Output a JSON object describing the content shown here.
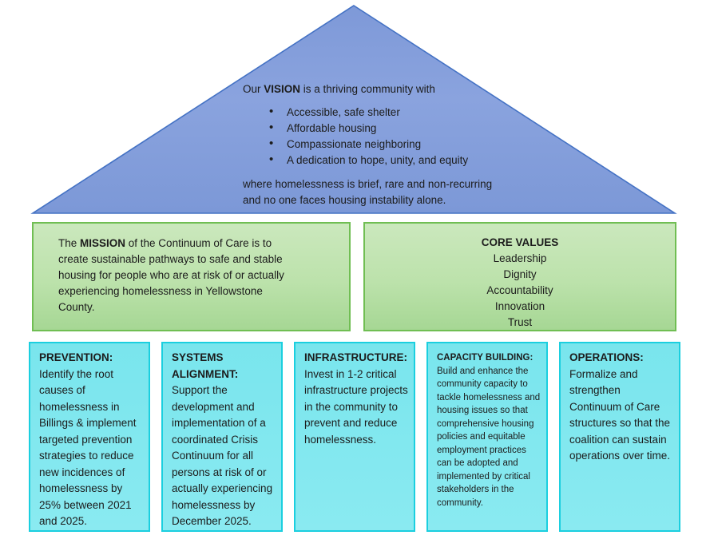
{
  "vision": {
    "intro_prefix": "Our ",
    "intro_bold": "VISION",
    "intro_suffix": " is a thriving community with",
    "bullets": [
      "Accessible, safe shelter",
      "Affordable housing",
      "Compassionate neighboring",
      "A dedication to hope, unity, and equity"
    ],
    "outro_line1": "where homelessness is brief, rare and non-recurring",
    "outro_line2": "and no one faces housing instability alone."
  },
  "mission": {
    "prefix": "The ",
    "bold": "MISSION",
    "suffix": " of the Continuum of Care is to create sustainable pathways to safe and stable housing for people who are at risk of or actually experiencing homelessness in Yellowstone County."
  },
  "core_values": {
    "title": "CORE VALUES",
    "values": [
      "Leadership",
      "Dignity",
      "Accountability",
      "Innovation",
      "Trust"
    ]
  },
  "pillars": [
    {
      "title": "PREVENTION:",
      "text": "Identify the root causes of homelessness in Billings & implement targeted prevention strategies to reduce new incidences of homelessness by 25% between 2021 and 2025."
    },
    {
      "title": "SYSTEMS ALIGNMENT:",
      "text": "Support the development and implementation of a coordinated Crisis Continuum for all persons at risk of or actually experiencing homelessness by December 2025."
    },
    {
      "title": "INFRASTRUCTURE:",
      "text": "Invest in 1-2 critical infrastructure projects in the community to prevent and reduce homelessness."
    },
    {
      "title": "CAPACITY BUILDING:",
      "text": "Build and enhance the community capacity to tackle homelessness and housing issues so that comprehensive housing policies and equitable employment practices can be adopted and implemented by critical stakeholders in the community."
    },
    {
      "title": "OPERATIONS:",
      "text": "Formalize and strengthen Continuum of Care structures so that the coalition can sustain operations over time."
    }
  ],
  "colors": {
    "triangle_fill_top": "#7E99D8",
    "triangle_fill_mid": "#8AA3DE",
    "triangle_fill_bottom": "#7C98D7",
    "triangle_border": "#4472C4",
    "green_fill_top": "#CBE8BD",
    "green_fill_bottom": "#A6D794",
    "green_border": "#70BE53",
    "cyan_fill": "#7DE7EF",
    "cyan_border": "#1BCFDF",
    "text": "#1C1C1C"
  }
}
